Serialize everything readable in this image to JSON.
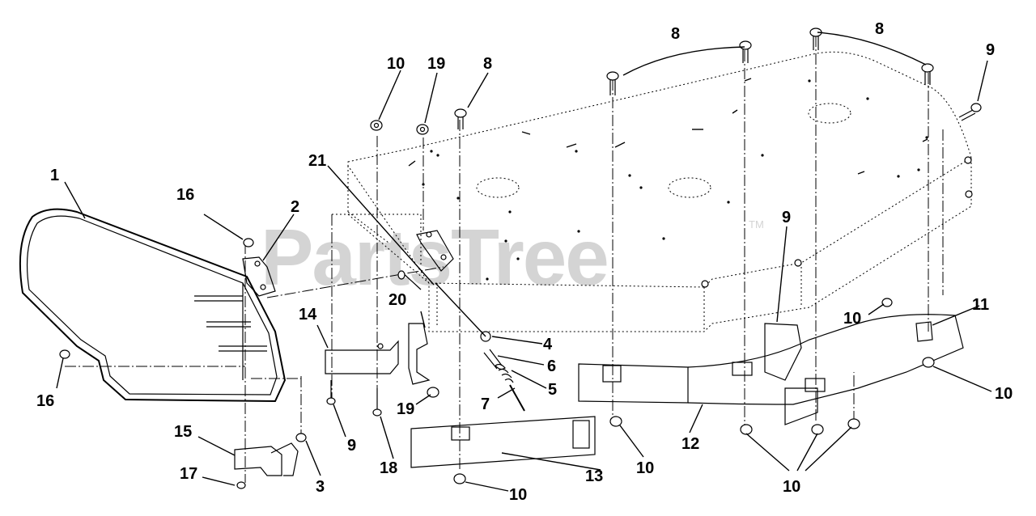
{
  "watermark": {
    "text": "PartsTree",
    "tm": "TM"
  },
  "callouts": {
    "c1": "1",
    "c2": "2",
    "c3": "3",
    "c4": "4",
    "c5": "5",
    "c6": "6",
    "c7": "7",
    "c8a": "8",
    "c8b": "8",
    "c8c": "8",
    "c9a": "9",
    "c9b": "9",
    "c9c": "9",
    "c10a": "10",
    "c10b": "10",
    "c10c": "10",
    "c10d": "10",
    "c10e": "10",
    "c10f": "10",
    "c11": "11",
    "c12": "12",
    "c13": "13",
    "c14": "14",
    "c15": "15",
    "c16a": "16",
    "c16b": "16",
    "c17": "17",
    "c18": "18",
    "c19a": "19",
    "c19b": "19",
    "c20": "20",
    "c21": "21"
  }
}
